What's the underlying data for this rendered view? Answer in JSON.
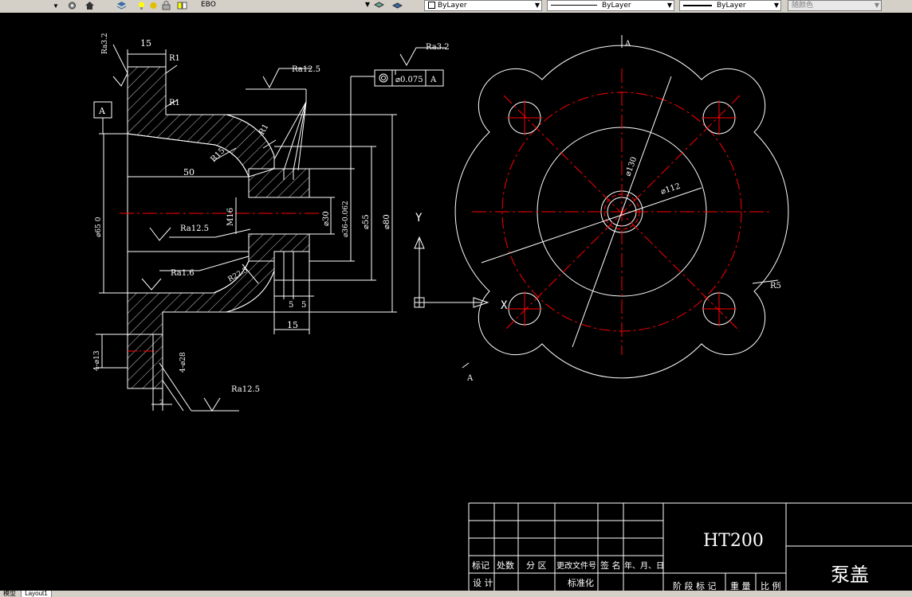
{
  "toolbar": {
    "layer_name": "EBO",
    "color_value": "ByLayer",
    "linetype_value": "ByLayer",
    "lineweight_value": "ByLayer",
    "plotstyle_value": "随颜色"
  },
  "tabs": {
    "model": "模型",
    "layout1": "Layout1"
  },
  "section_view": {
    "dim_15_top": "15",
    "r1_a": "R1",
    "r1_b": "R1",
    "r1_c": "R1",
    "r15": "R15",
    "dim_50": "50",
    "m16": "M16",
    "d30": "⌀30",
    "d36": "⌀36-0.062",
    "d55": "⌀55",
    "d80": "⌀80",
    "d65": "⌀65  0",
    "r22": "R22.5",
    "dim_5a": "5",
    "dim_5b": "5",
    "dim_15_bot": "15",
    "hole_13": "4-⌀13",
    "hole_28": "4-⌀28",
    "dim_2": "2",
    "ra_top_left": "Ra3.2",
    "ra_12_5_top": "Ra12.5",
    "ra_12_5_mid": "Ra12.5",
    "ra_1_6": "Ra1.6",
    "ra_12_5_bot": "Ra12.5",
    "ra_3_2_right": "Ra3.2",
    "datum": "A",
    "tol_value": "⌀0.075",
    "tol_datum": "A"
  },
  "plan_view": {
    "label_a_top": "A",
    "label_a_bot": "A",
    "d130": "⌀130",
    "d112": "⌀112",
    "r5": "R5"
  },
  "ucs": {
    "y": "Y",
    "x": "X"
  },
  "title_block": {
    "material": "HT200",
    "part_name": "泵盖",
    "headers": [
      "标记",
      "处数",
      "分 区",
      "更改文件号",
      "签 名",
      "年、月、日"
    ],
    "row2": [
      "设 计",
      "",
      "",
      "标准化",
      "",
      ""
    ],
    "stage_labels": [
      "阶 段 标 记",
      "重 量",
      "比 例"
    ]
  }
}
